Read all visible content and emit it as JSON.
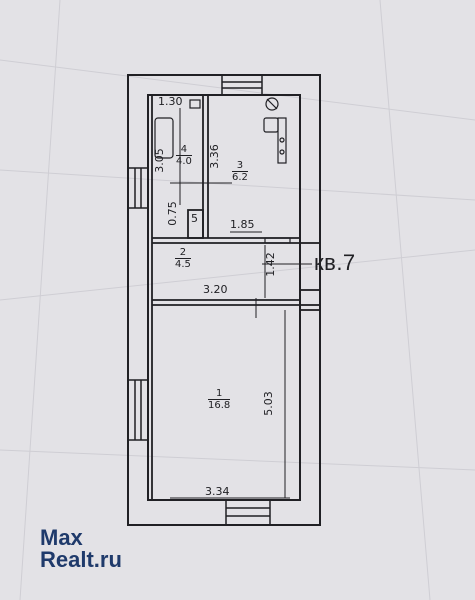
{
  "plan": {
    "apartment_label": "кв.7",
    "rooms": [
      {
        "num": "1",
        "area": "16.8"
      },
      {
        "num": "2",
        "area": "4.5"
      },
      {
        "num": "3",
        "area": "6.2"
      },
      {
        "num": "4",
        "area": "4.0"
      },
      {
        "num": "5"
      }
    ],
    "dimensions": {
      "top_left": "1.30",
      "room4_height": "3.05",
      "room3_height": "3.36",
      "small_wall": "0.75",
      "room3_width": "1.85",
      "room2_height": "1.42",
      "room2_width": "3.20",
      "room1_height": "5.03",
      "room1_width": "3.34"
    }
  },
  "watermark": {
    "line1": "Max",
    "line2": "Realt.ru"
  },
  "colors": {
    "paper": "#e3e2e6",
    "ink": "#202024",
    "brand": "#1f3a6b"
  }
}
